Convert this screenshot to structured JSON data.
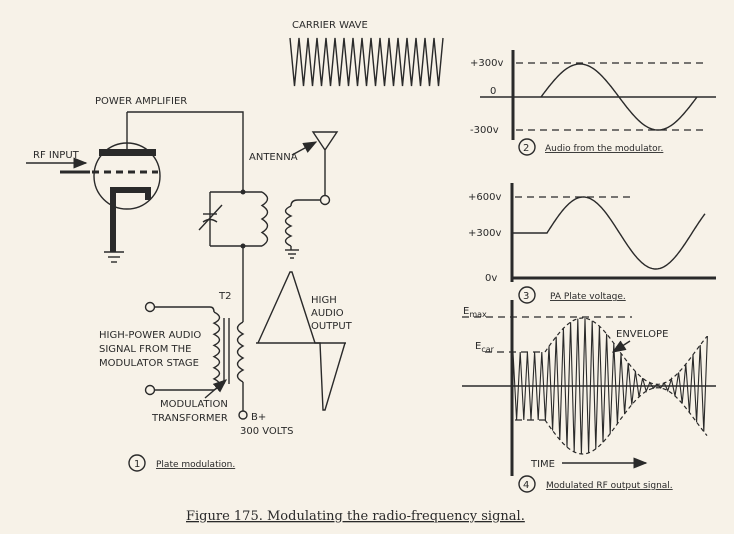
{
  "circuit": {
    "carrier_wave_label": "CARRIER  WAVE",
    "power_amplifier_label": "POWER  AMPLIFIER",
    "rf_input_label": "RF INPUT",
    "antenna_label": "ANTENNA",
    "t2_label": "T2",
    "high_audio_output_lines": [
      "HIGH",
      "AUDIO",
      "OUTPUT"
    ],
    "audio_signal_lines": [
      "HIGH-POWER AUDIO",
      "SIGNAL FROM THE",
      "MODULATOR STAGE"
    ],
    "modulation_transformer_lines": [
      "MODULATION",
      "TRANSFORMER"
    ],
    "b_plus_label": "B+",
    "volts_label": "300 VOLTS",
    "panel_number": "1",
    "panel_caption": "Plate modulation."
  },
  "panel2": {
    "number": "2",
    "caption": "Audio from the modulator.",
    "ticks": [
      "+300v",
      "0",
      "-300v"
    ]
  },
  "panel3": {
    "number": "3",
    "caption": "PA Plate voltage.",
    "ticks": [
      "+600v",
      "+300v",
      "0v"
    ]
  },
  "panel4": {
    "number": "4",
    "caption": "Modulated RF output signal.",
    "emax": "E",
    "emax_sub": "max",
    "ecar": "E",
    "ecar_sub": "car",
    "envelope_label": "ENVELOPE",
    "time_label": "TIME"
  },
  "figure_caption": "Figure 175.  Modulating the radio-frequency signal."
}
